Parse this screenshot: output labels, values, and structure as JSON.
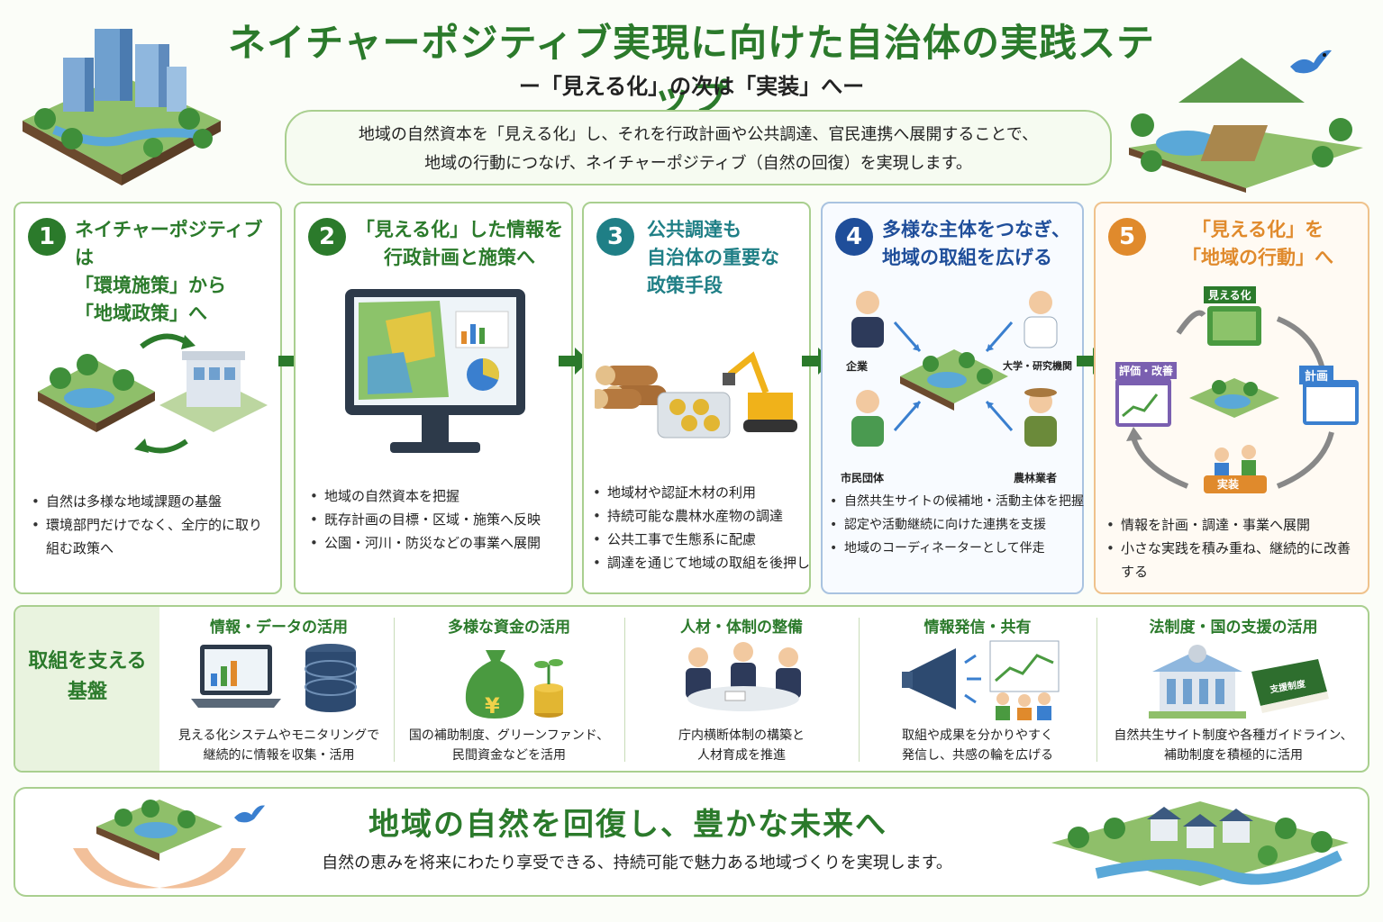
{
  "header": {
    "title": "ネイチャーポジティブ実現に向けた自治体の実践ステップ",
    "subtitle": "ー「見える化」の次は「実装」へー",
    "intro_line1": "地域の自然資本を「見える化」し、それを行政計画や公共調達、官民連携へ展開することで、",
    "intro_line2": "地域の行動につなげ、ネイチャーポジティブ（自然の回復）を実現します。"
  },
  "colors": {
    "green": "#2b7a2b",
    "teal": "#1f7f86",
    "navy": "#1f4e9a",
    "orange": "#e08a2c",
    "border": "#a9cf8f"
  },
  "steps": [
    {
      "num": "1",
      "title_lines": [
        "ネイチャーポジティブは",
        "「環境施策」から",
        "「地域政策」へ"
      ],
      "bullets": [
        "自然は多様な地域課題の基盤",
        "環境部門だけでなく、全庁的に取り組む政策へ"
      ]
    },
    {
      "num": "2",
      "title_lines": [
        "「見える化」した情報を",
        "行政計画と施策へ"
      ],
      "bullets": [
        "地域の自然資本を把握",
        "既存計画の目標・区域・施策へ反映",
        "公園・河川・防災などの事業へ展開"
      ]
    },
    {
      "num": "3",
      "title_lines": [
        "公共調達も",
        "自治体の重要な",
        "政策手段"
      ],
      "bullets": [
        "地域材や認証木材の利用",
        "持続可能な農林水産物の調達",
        "公共工事で生態系に配慮",
        "調達を通じて地域の取組を後押し"
      ]
    },
    {
      "num": "4",
      "title_lines": [
        "多様な主体をつなぎ、",
        "地域の取組を広げる"
      ],
      "bullets": [
        "自然共生サイトの候補地・活動主体を把握",
        "認定や活動継続に向けた連携を支援",
        "地域のコーディネーターとして伴走"
      ],
      "actors": [
        "企業",
        "大学・研究機関",
        "市民団体",
        "農林業者"
      ]
    },
    {
      "num": "5",
      "title_lines": [
        "「見える化」を",
        "「地域の行動」へ"
      ],
      "bullets": [
        "情報を計画・調達・事業へ展開",
        "小さな実践を積み重ね、継続的に改善する"
      ],
      "cycle": [
        "見える化",
        "計画",
        "実装",
        "評価・改善"
      ]
    }
  ],
  "foundation": {
    "label_lines": [
      "取組を支える",
      "基盤"
    ],
    "items": [
      {
        "title": "情報・データの活用",
        "desc_lines": [
          "見える化システムやモニタリングで",
          "継続的に情報を収集・活用"
        ]
      },
      {
        "title": "多様な資金の活用",
        "desc_lines": [
          "国の補助制度、グリーンファンド、",
          "民間資金などを活用"
        ],
        "coin": "¥"
      },
      {
        "title": "人材・体制の整備",
        "desc_lines": [
          "庁内横断体制の構築と",
          "人材育成を推進"
        ]
      },
      {
        "title": "情報発信・共有",
        "desc_lines": [
          "取組や成果を分かりやすく",
          "発信し、共感の輪を広げる"
        ]
      },
      {
        "title": "法制度・国の支援の活用",
        "desc_lines": [
          "自然共生サイト制度や各種ガイドライン、",
          "補助制度を積極的に活用"
        ],
        "book": "支援制度"
      }
    ]
  },
  "footer": {
    "title": "地域の自然を回復し、豊かな未来へ",
    "desc": "自然の恵みを将来にわたり享受できる、持続可能で魅力ある地域づくりを実現します。"
  }
}
